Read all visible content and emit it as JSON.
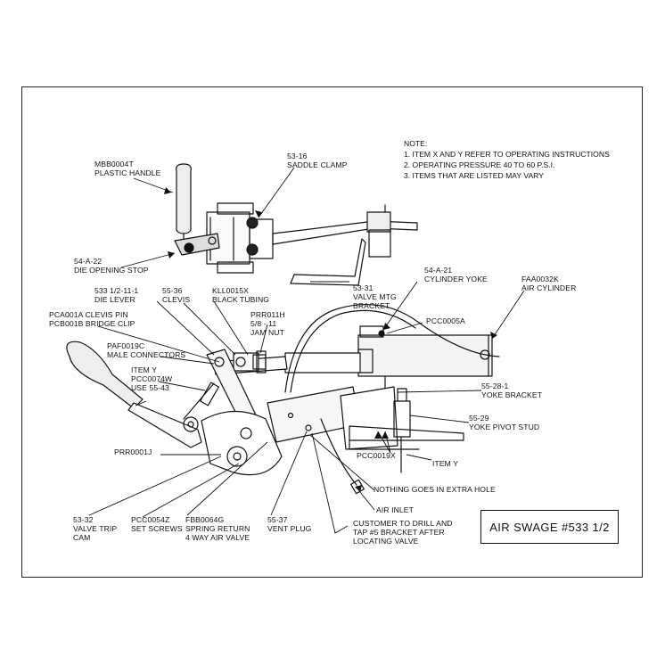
{
  "notes": {
    "heading": "NOTE:",
    "items": [
      "1. ITEM X AND Y REFER TO OPERATING INSTRUCTIONS",
      "2. OPERATING PRESSURE 40 TO 60 P.S.I.",
      "3. ITEMS THAT ARE LISTED MAY VARY"
    ]
  },
  "title": "AIR SWAGE #533 1/2",
  "labels": {
    "handle": "MBB0004T\nPLASTIC HANDLE",
    "saddle_clamp": "53-16\nSADDLE CLAMP",
    "die_opening_stop": "54-A-22\nDIE OPENING STOP",
    "valve_mtg_bracket": "53-31\nVALVE MTG\nBRACKET",
    "cylinder_yoke": "54-A-21\nCYLINDER YOKE",
    "air_cylinder": "FAA0032K\nAIR CYLINDER",
    "die_lever": "533 1/2-11-1\nDIE LEVER",
    "clevis": "55-36\nCLEVIS",
    "black_tubing": "KLL0015X\nBLACK TUBING",
    "clevis_pin": "PCA001A CLEVIS PIN\nPCB001B BRIDGE CLIP",
    "jam_nut": "PRR011H\n5/8 - 11\nJAM NUT",
    "pcc0005a": "PCC0005A",
    "male_connectors": "PAF0019C\nMALE CONNECTORS",
    "item_y_top": "ITEM Y\nPCC0074W\nUSE 55-43",
    "yoke_bracket": "55-28-1\nYOKE BRACKET",
    "yoke_pivot_stud": "55-29\nYOKE PIVOT STUD",
    "prr0001j": "PRR0001J",
    "pcc0019x": "PCC0019X",
    "item_y_bottom": "ITEM Y",
    "extra_hole": "NOTHING GOES IN EXTRA HOLE",
    "air_inlet": "AIR INLET",
    "valve_trip_cam": "53-32\nVALVE TRIP\nCAM",
    "set_screws": "PCC0054Z\nSET SCREWS",
    "air_valve": "FBB0064G\nSPRING RETURN\n4 WAY AIR VALVE",
    "vent_plug": "55-37\nVENT PLUG",
    "customer_note": "CUSTOMER TO DRILL AND\nTAP #5 BRACKET AFTER\nLOCATING VALVE"
  }
}
